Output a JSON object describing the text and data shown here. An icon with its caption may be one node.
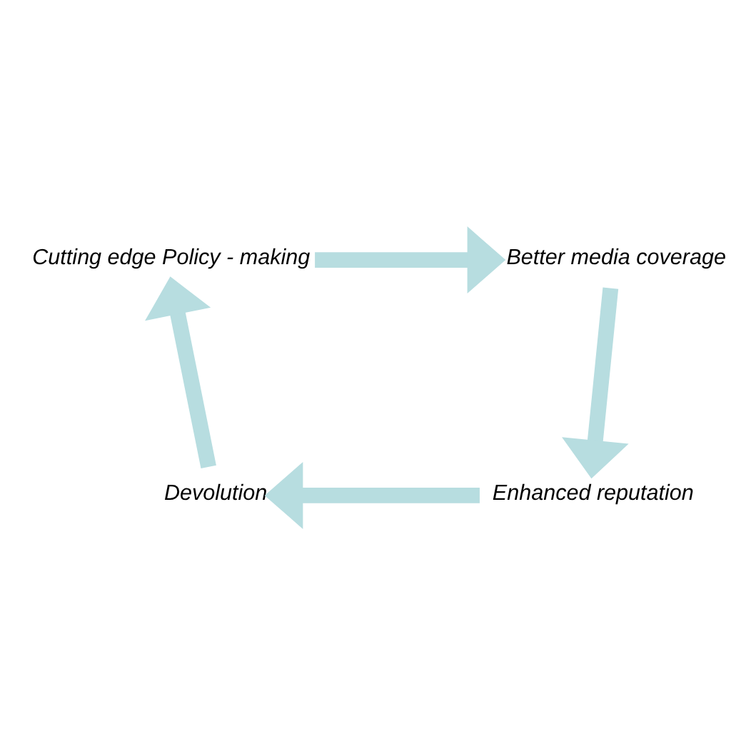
{
  "diagram": {
    "nodes": [
      {
        "text": [
          "Cutting edge Policy - making"
        ]
      },
      {
        "text": [
          "Better media coverage"
        ]
      },
      {
        "text": [
          "Enhanced reputation"
        ]
      },
      {
        "text": [
          "Devolution"
        ]
      }
    ],
    "edges": [
      {
        "from": 0,
        "to": 1,
        "arrow": "to"
      },
      {
        "from": 1,
        "to": 2,
        "arrow": "to"
      },
      {
        "from": 2,
        "to": 3,
        "arrow": "to"
      },
      {
        "from": 3,
        "to": 0,
        "arrow": "to"
      }
    ]
  }
}
